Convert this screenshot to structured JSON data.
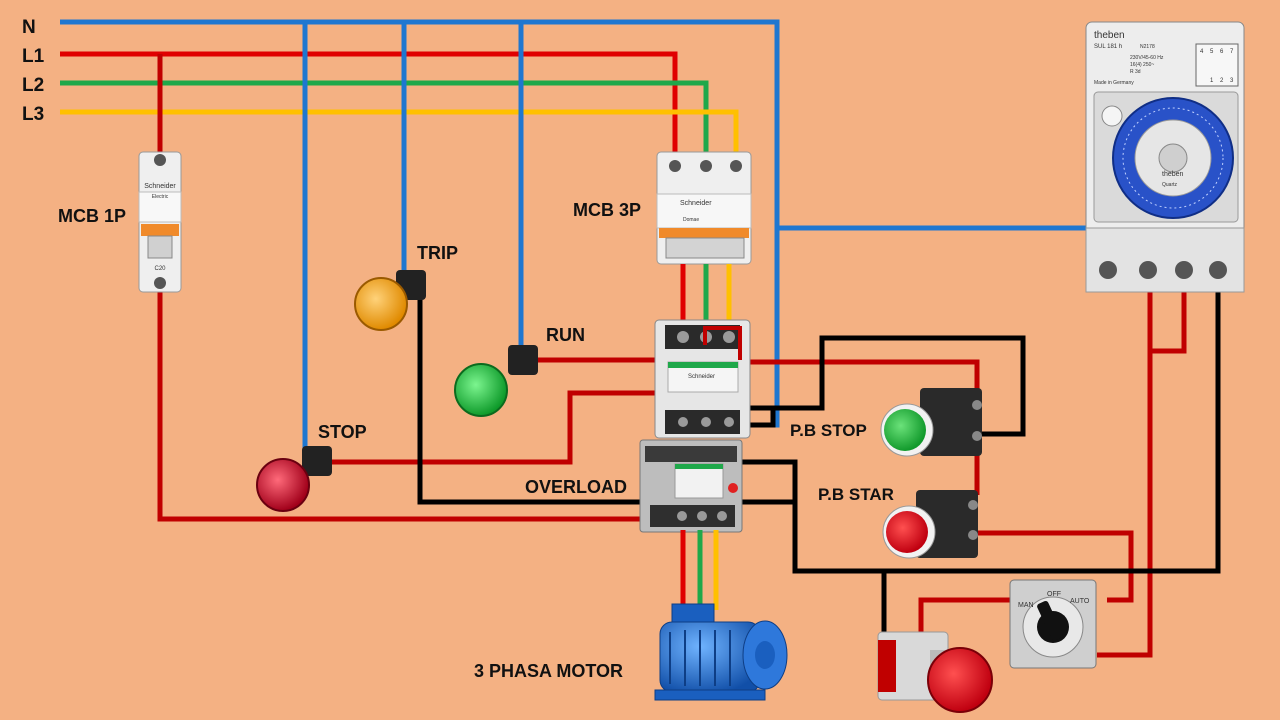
{
  "lines": {
    "n": "N",
    "l1": "L1",
    "l2": "L2",
    "l3": "L3"
  },
  "components": {
    "mcb_1p": "MCB 1P",
    "mcb_3p": "MCB 3P",
    "trip": "TRIP",
    "run": "RUN",
    "stop": "STOP",
    "overload": "OVERLOAD",
    "pb_stop": "P.B STOP",
    "pb_star": "P.B STAR",
    "motor": "3 PHASA MOTOR"
  },
  "device_text": {
    "breaker_brand": "Schneider",
    "breaker_sub": "Electric",
    "breaker_model": "Domae",
    "breaker_rating": "C20",
    "contactor_brand": "Schneider",
    "timer_brand": "theben",
    "timer_model": "SUL 181 h",
    "timer_code": "N2178",
    "timer_spec1": "230V/45-60 Hz",
    "timer_spec2": "16(4) 250~",
    "timer_spec3": "R 3d",
    "timer_made": "Made in Germany",
    "timer_dial": "theben",
    "timer_quartz": "Quartz",
    "t4": "4",
    "t5": "5",
    "t6": "6",
    "t7": "7",
    "t1": "1",
    "t2": "2",
    "t3": "3",
    "selector_man": "MAN",
    "selector_off": "OFF",
    "selector_auto": "AUTO"
  },
  "colors": {
    "neutral": "#1F77D0",
    "l1": "#E00000",
    "l2": "#1FA84A",
    "l3": "#FFC000",
    "control": "#C00000",
    "black": "#000000",
    "background": "#F4B183"
  }
}
